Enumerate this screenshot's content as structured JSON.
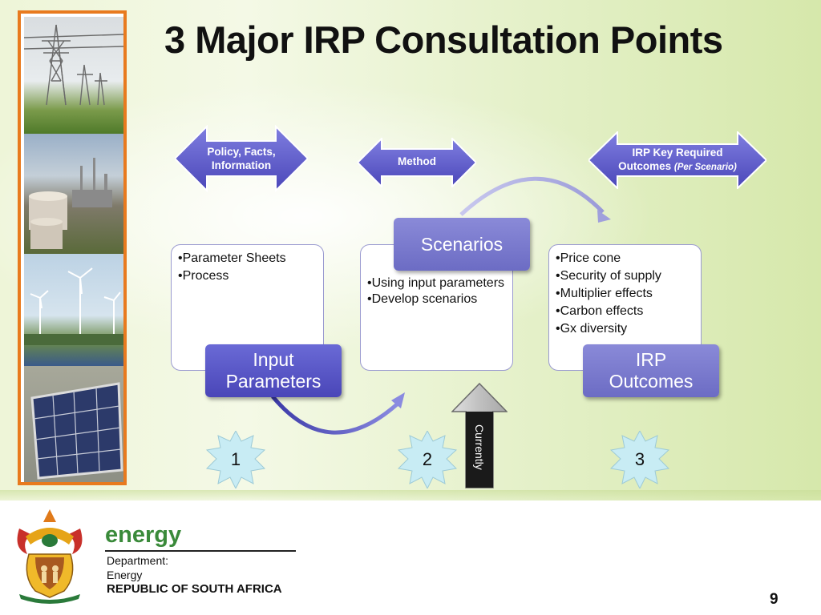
{
  "title": "3 Major IRP Consultation Points",
  "arrows": {
    "policy": {
      "line1": "Policy, Facts,",
      "line2": "Information"
    },
    "method": {
      "label": "Method"
    },
    "irp_key": {
      "line1": "IRP Key Required",
      "line2_main": "Outcomes",
      "line2_italic": "(Per Scenario)"
    }
  },
  "panels": {
    "input": {
      "items": [
        "Parameter Sheets",
        "Process"
      ],
      "label_line1": "Input",
      "label_line2": "Parameters"
    },
    "scenarios": {
      "items": [
        "Using input parameters",
        "Develop scenarios"
      ],
      "label": "Scenarios"
    },
    "outcomes": {
      "items": [
        "Price cone",
        "Security of supply",
        "Multiplier effects",
        "Carbon effects",
        "Gx diversity"
      ],
      "label_line1": "IRP",
      "label_line2": "Outcomes"
    }
  },
  "badges": [
    "1",
    "2",
    "3"
  ],
  "currently_label": "Currently",
  "logo": {
    "brand": "energy",
    "line1": "Department:",
    "line2": "Energy",
    "line3": "REPUBLIC OF SOUTH AFRICA"
  },
  "page_number": "9",
  "colors": {
    "frame_orange": "#e87a1e",
    "arrow_purple": "#5a56c8",
    "label_purple": "#5550c0",
    "badge_fill": "#c8ecf4"
  }
}
